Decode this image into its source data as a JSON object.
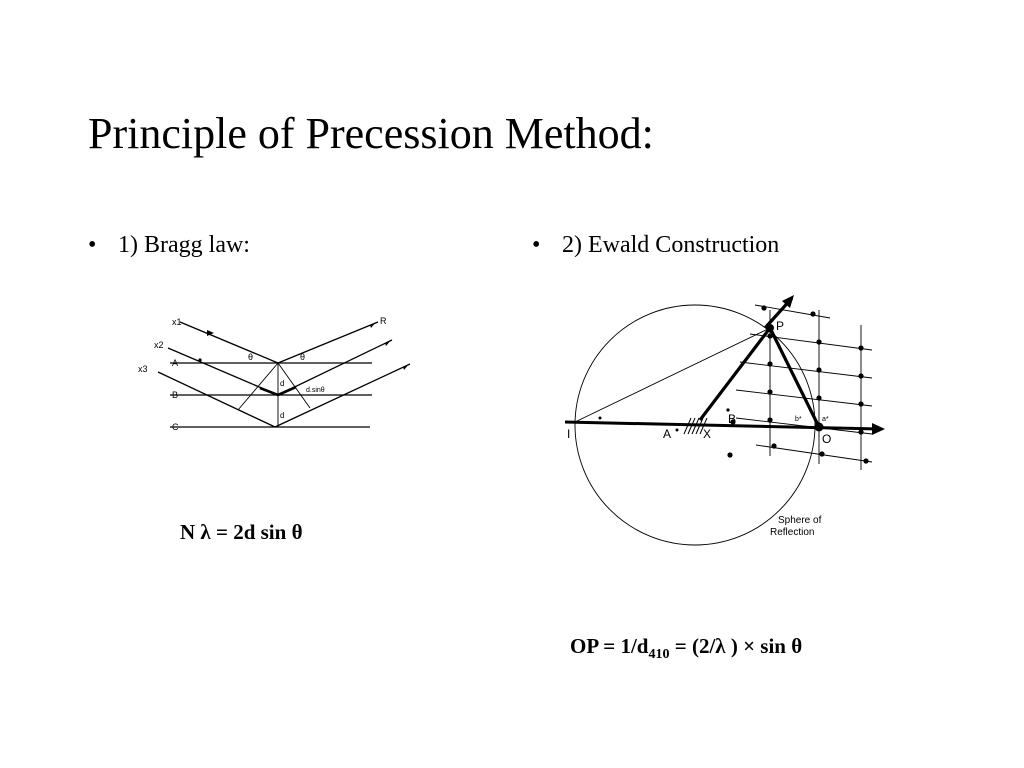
{
  "title": "Principle of Precession Method:",
  "bullets": {
    "symbol": "•",
    "bragg": "1) Bragg law:",
    "ewald": "2) Ewald Construction"
  },
  "bragg_diagram": {
    "labels": {
      "x1": "x1",
      "x2": "x2",
      "x3": "x3",
      "R": "R",
      "A": "A",
      "B": "B",
      "C": "C",
      "theta_left": "θ",
      "theta_right": "θ",
      "d_upper": "d",
      "d_lower": "d",
      "dsin": "d.sinθ"
    }
  },
  "ewald_diagram": {
    "labels": {
      "P": "P",
      "I": "I",
      "A": "A",
      "X": "X",
      "B": "B",
      "O": "O",
      "a_star": "a*",
      "b_star": "b*",
      "sphere": "Sphere of",
      "reflection": "Reflection"
    }
  },
  "equations": {
    "bragg": "N λ = 2d sin θ",
    "ewald_main": "OP = 1/d",
    "ewald_sub": "410",
    "ewald_rest": " = (2/λ ) × sin θ"
  }
}
